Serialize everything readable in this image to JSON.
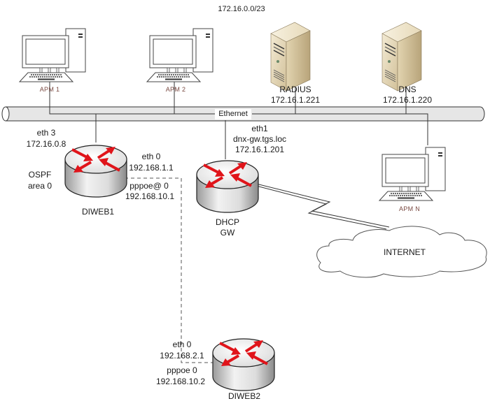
{
  "title": "172.16.0.0/23",
  "bus": {
    "label": "Ethernet"
  },
  "workstations": [
    {
      "id": "apm1",
      "label": "APM 1"
    },
    {
      "id": "apm2",
      "label": "APM 2"
    },
    {
      "id": "apmn",
      "label": "APM N"
    }
  ],
  "servers": [
    {
      "id": "radius",
      "name": "RADIUS",
      "ip": "172.16.1.221"
    },
    {
      "id": "dns",
      "name": "DNS",
      "ip": "172.16.1.220"
    }
  ],
  "routers": {
    "diweb1": {
      "name": "DIWEB1",
      "eth3_label": "eth 3",
      "eth3_ip": "172.16.0.8",
      "ospf_label": "OSPF",
      "area_label": "area 0",
      "eth0_label": "eth 0",
      "eth0_ip": "192.168.1.1",
      "pppoe_label": "pppoe@ 0",
      "pppoe_ip": "192.168.10.1"
    },
    "gw": {
      "name_line1": "DHCP",
      "name_line2": "GW",
      "eth1_label": "eth1",
      "hostname": "dnx-gw.tgs.loc",
      "eth1_ip": "172.16.1.201"
    },
    "diweb2": {
      "name": "DIWEB2",
      "eth0_label": "eth 0",
      "eth0_ip": "192.168.2.1",
      "pppoe_label": "pppoe 0",
      "pppoe_ip": "192.168.10.2"
    }
  },
  "cloud": {
    "label": "INTERNET"
  },
  "colors": {
    "router_arrow": "#e0141a",
    "server_body": "#e3d6b8",
    "bus_fill": "#e6e6e6",
    "apm_label": "#7a4a42"
  }
}
